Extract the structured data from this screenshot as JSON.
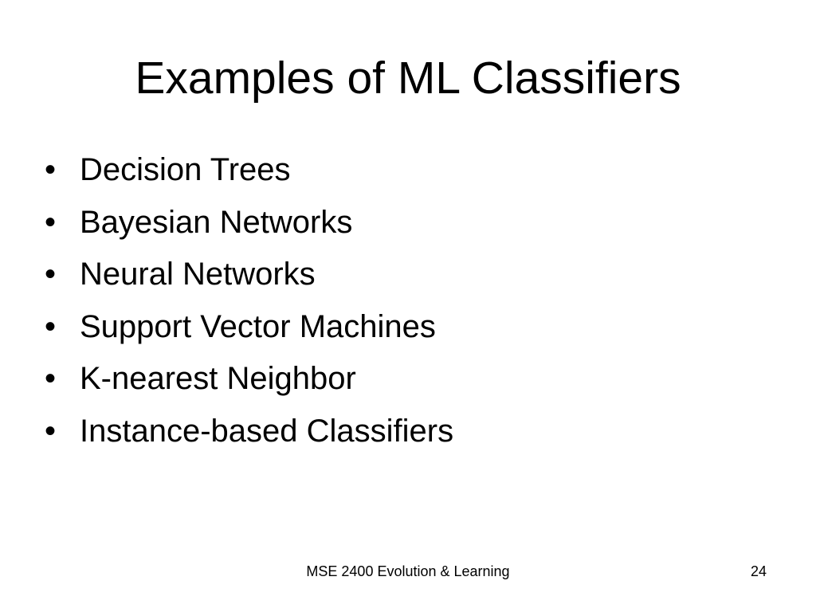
{
  "slide": {
    "title": "Examples of ML Classifiers",
    "bullet_symbol": "•",
    "bullets": [
      "Decision Trees",
      "Bayesian Networks",
      "Neural Networks",
      "Support Vector Machines",
      "K-nearest Neighbor",
      "Instance-based Classifiers"
    ],
    "footer": {
      "center": "MSE 2400 Evolution & Learning",
      "page_number": "24"
    }
  },
  "colors": {
    "background": "#ffffff",
    "text": "#000000"
  }
}
